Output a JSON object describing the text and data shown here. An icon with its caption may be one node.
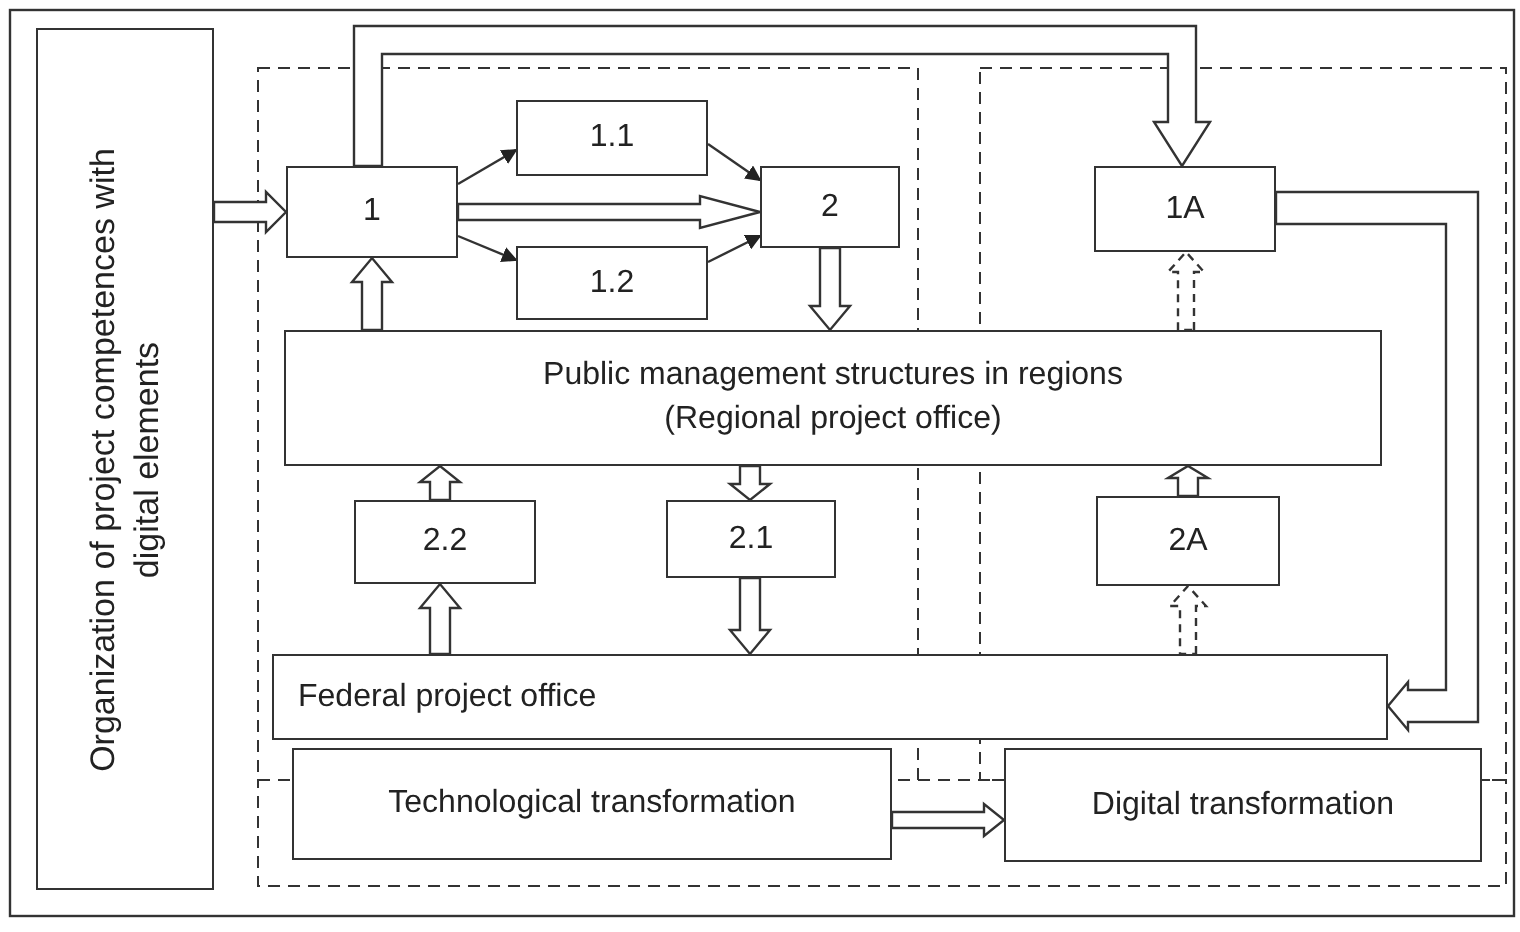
{
  "diagram": {
    "nodes": [
      {
        "text": [
          "Organization of project competences with digital elements"
        ]
      },
      {
        "text": [
          "1"
        ]
      },
      {
        "text": [
          "1.1"
        ]
      },
      {
        "text": [
          "1.2"
        ]
      },
      {
        "text": [
          "2"
        ]
      },
      {
        "text": [
          "1A"
        ]
      },
      {
        "text": [
          "Public management structures in regions (Regional project office)"
        ]
      },
      {
        "text": [
          "2.2"
        ]
      },
      {
        "text": [
          "2.1"
        ]
      },
      {
        "text": [
          "2A"
        ]
      },
      {
        "text": [
          "Federal project office"
        ]
      },
      {
        "text": [
          "Technological transformation"
        ]
      },
      {
        "text": [
          "Digital transformation"
        ]
      }
    ],
    "edges": [
      {
        "from": 0,
        "to": 1,
        "arrow": "to",
        "style": "thick"
      },
      {
        "from": 1,
        "to": 4,
        "arrow": "to",
        "style": "thick"
      },
      {
        "from": 1,
        "to": 2,
        "arrow": "to"
      },
      {
        "from": 1,
        "to": 3,
        "arrow": "to"
      },
      {
        "from": 2,
        "to": 4,
        "arrow": "to"
      },
      {
        "from": 3,
        "to": 4,
        "arrow": "to"
      },
      {
        "from": 1,
        "to": 5,
        "arrow": "to",
        "style": "thick"
      },
      {
        "from": 4,
        "to": 6,
        "arrow": "to",
        "style": "thick"
      },
      {
        "from": 6,
        "to": 1,
        "arrow": "to",
        "style": "thick"
      },
      {
        "from": 6,
        "to": 5,
        "arrow": "to",
        "style": "dashed"
      },
      {
        "from": 6,
        "to": 8,
        "arrow": "to",
        "style": "thick"
      },
      {
        "from": 7,
        "to": 6,
        "arrow": "to",
        "style": "thick"
      },
      {
        "from": 10,
        "to": 7,
        "arrow": "to",
        "style": "thick"
      },
      {
        "from": 8,
        "to": 10,
        "arrow": "to",
        "style": "thick"
      },
      {
        "from": 9,
        "to": 6,
        "arrow": "to",
        "style": "thick"
      },
      {
        "from": 10,
        "to": 9,
        "arrow": "to",
        "style": "dashed"
      },
      {
        "from": 5,
        "to": 10,
        "arrow": "to",
        "style": "thick"
      },
      {
        "from": 11,
        "to": 12,
        "arrow": "to",
        "style": "thick"
      }
    ]
  }
}
